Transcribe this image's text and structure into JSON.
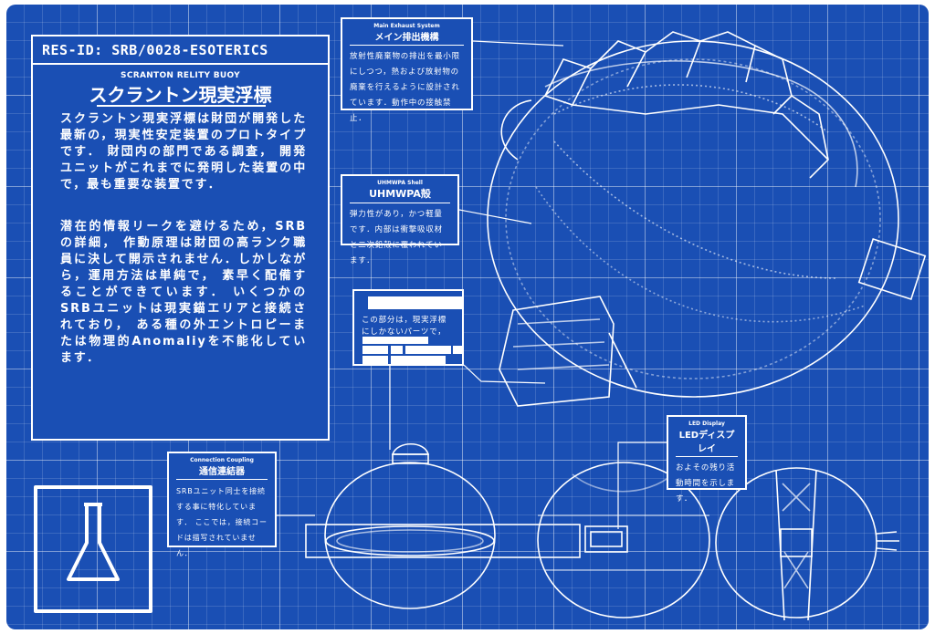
{
  "header": {
    "res_id": "RES-ID: SRB/0028-ESOTERICS",
    "subtitle_en": "SCRANTON RELITY BUOY",
    "subtitle_jp": "スクラントン現実浮標"
  },
  "description": {
    "para1": "スクラントン現実浮標は財団が開発した最新の，現実性安定装置のプロトタイプです． 財団内の部門である調査， 開発ユニットがこれまでに発明した装置の中で，最も重要な装置です．",
    "para2": "潜在的情報リークを避けるため，SRBの詳細， 作動原理は財団の高ランク職員に決して開示されません．しかしながら，運用方法は単純で， 素早く配備することができています． いくつかのSRBユニットは現実錨エリアと接続されており， ある種の外エントロピーまたは物理的Anomaliyを不能化しています．"
  },
  "callouts": {
    "exhaust": {
      "title_en": "Main Exhaust System",
      "title_jp": "メイン排出機構",
      "text": "放射性廃棄物の排出を最小限にしつつ，熱および放射物の廃棄を行えるように設計されています．動作中の接触禁止．"
    },
    "shell": {
      "title_en": "UHMWPA Shell",
      "title_jp": "UHMWPA殻",
      "text": "弾力性があり，かつ軽量です．内部は衝撃吸収材と二次鉛殻に覆われています．"
    },
    "redacted": {
      "text": "この部分は，現実浮標にしかないパーツで，"
    },
    "coupling": {
      "title_en": "Connection Coupling",
      "title_jp": "通信連結器",
      "text": "SRBユニット同士を接続する事に特化しています． ここでは，接続コードは描写されていません．"
    },
    "led": {
      "title_en": "LED Display",
      "title_jp": "LEDディスプレイ",
      "text": "およその残り活動時間を示します．"
    }
  },
  "icons": {
    "flask": "flask-icon"
  },
  "colors": {
    "background": "#1a4fb4",
    "line": "#ffffff"
  }
}
